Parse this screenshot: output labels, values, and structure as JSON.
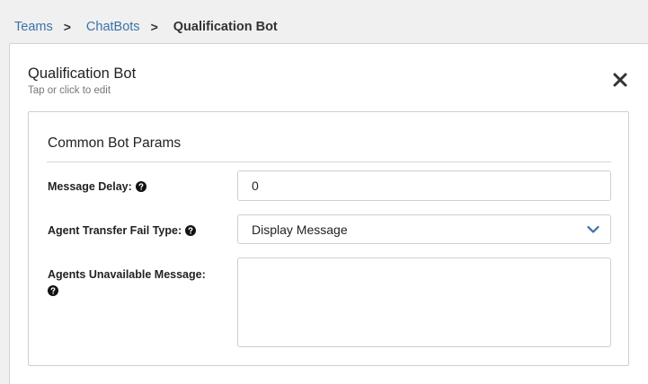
{
  "breadcrumb": {
    "items": [
      {
        "label": "Teams"
      },
      {
        "label": "ChatBots"
      }
    ],
    "separator": ">",
    "current": "Qualification Bot"
  },
  "panel": {
    "title": "Qualification Bot",
    "subtitle": "Tap or click to edit",
    "close_icon": "close-icon"
  },
  "section": {
    "title": "Common Bot Params",
    "fields": {
      "message_delay": {
        "label": "Message Delay:",
        "value": "0"
      },
      "agent_transfer_fail_type": {
        "label": "Agent Transfer Fail Type:",
        "selected": "Display Message"
      },
      "agents_unavailable_message": {
        "label": "Agents Unavailable Message:",
        "value": ""
      }
    }
  },
  "colors": {
    "link": "#3a72a8",
    "chevron": "#3a72a8",
    "border": "#cfcfcf"
  }
}
